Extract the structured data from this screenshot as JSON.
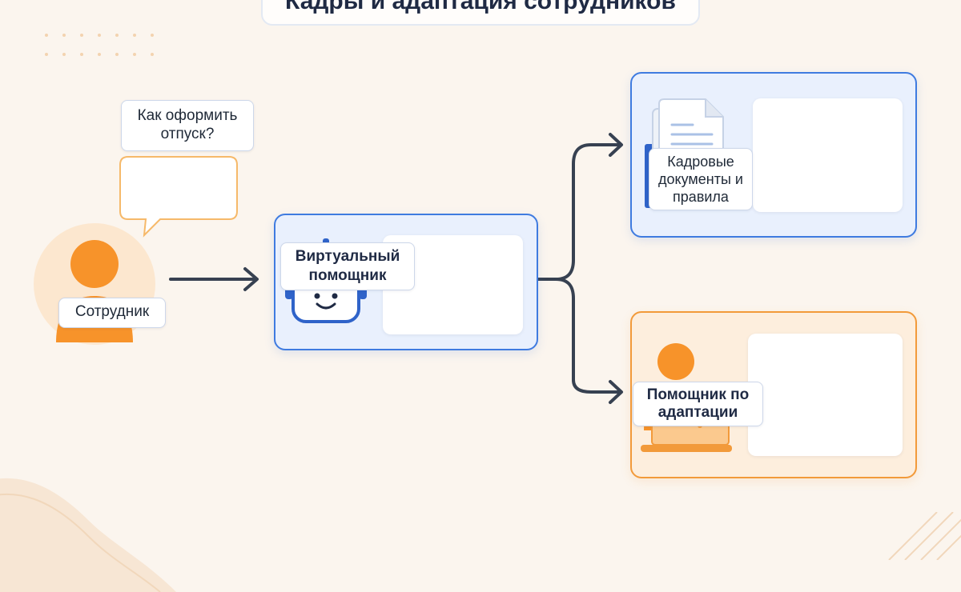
{
  "title": "Кадры и адаптация сотрудников",
  "employee": {
    "label": "Сотрудник",
    "question": "Как оформить отпуск?"
  },
  "assistant": {
    "label": "Виртуальный помощник"
  },
  "hr_docs": {
    "label": "Кадровые документы и правила"
  },
  "adaptation": {
    "label": "Помощник по адаптации"
  },
  "colors": {
    "background": "#fbf5ee",
    "accent_blue": "#3f7be0",
    "accent_orange": "#f29a3a",
    "connector": "#374151"
  },
  "icons": [
    "person-icon",
    "robot-icon",
    "document-icon",
    "laptop-person-icon",
    "arrow-icon"
  ]
}
